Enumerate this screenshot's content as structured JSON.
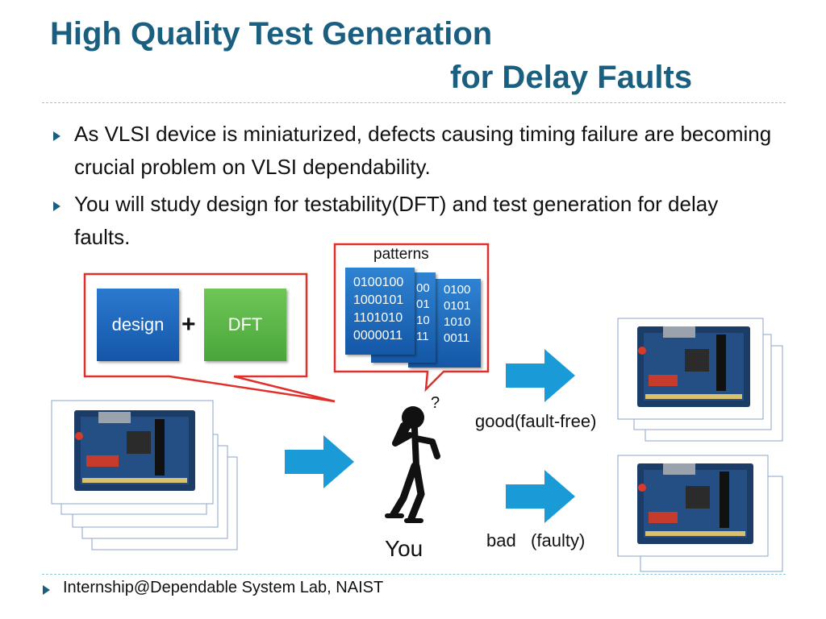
{
  "title": {
    "line1": "High Quality Test Generation",
    "line2": "for Delay Faults"
  },
  "bullets": [
    "As VLSI device is miniaturized, defects causing timing failure are becoming crucial problem on VLSI dependability.",
    "You will study design for testability(DFT) and test generation for delay faults."
  ],
  "diagram": {
    "design_label": "design",
    "plus": "+",
    "dft_label": "DFT",
    "patterns_label": "patterns",
    "pattern_cards": [
      [
        "0100100",
        "1000101",
        "1101010",
        "0000011"
      ],
      [
        "00",
        "01",
        "10",
        "11"
      ],
      [
        "0100",
        "0101",
        "1010",
        "0011"
      ]
    ],
    "person_label": "You",
    "good_label": "good(fault-free)",
    "bad_label": "bad   (faulty)",
    "question_mark": "?",
    "colors": {
      "design": "#1f64b8",
      "dft": "#5cb84a",
      "arrow": "#1a9bd8",
      "callout_border": "#e0302b"
    }
  },
  "footer": "Internship@Dependable System Lab, NAIST"
}
